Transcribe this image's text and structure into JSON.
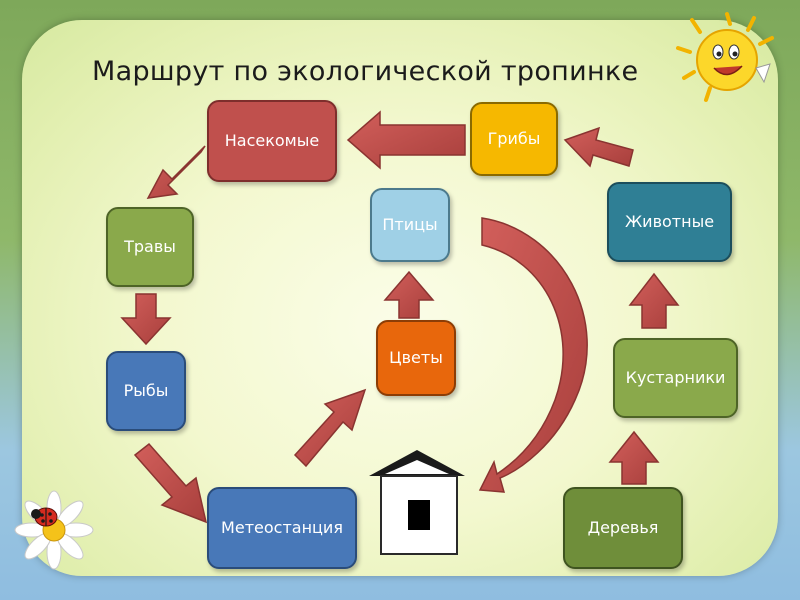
{
  "title": "Маршрут по экологической тропинке",
  "nodes": {
    "insects": "Насекомые",
    "mushrooms": "Грибы",
    "grass": "Травы",
    "birds": "Птицы",
    "animals": "Животные",
    "fish": "Рыбы",
    "flowers": "Цветы",
    "shrubs": "Кустарники",
    "weather_station": "Метеостанция",
    "trees": "Деревья"
  },
  "icons": {
    "sun": "sun-icon",
    "daisy": "daisy-icon",
    "ladybug": "ladybug-icon",
    "house": "house-icon"
  },
  "colors": {
    "insects": "#c0504d",
    "mushrooms": "#f6b800",
    "animals": "#2f7f95",
    "grass": "#8aa94b",
    "shrubs": "#8aa94b",
    "birds": "#9fd0e6",
    "fish": "#4878b8",
    "weather_station": "#4878b8",
    "flowers": "#e8670c",
    "trees": "#6f8e3a",
    "arrow": "#c0504d"
  }
}
